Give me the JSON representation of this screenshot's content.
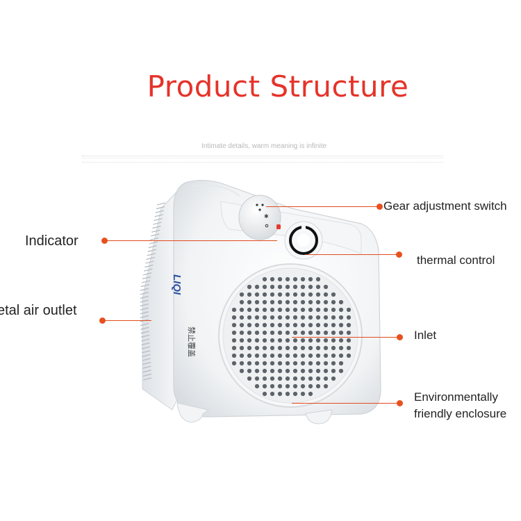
{
  "header": {
    "title": "Product Structure",
    "subtitle": "Intimate details, warm meaning is infinite"
  },
  "product": {
    "brand_logo": "LIQI",
    "body_text": "禁止覆盖"
  },
  "callouts": {
    "gear_switch": "Gear adjustment switch",
    "indicator": "Indicator",
    "thermal": "thermal control",
    "air_outlet": "etal air outlet",
    "inlet": "Inlet",
    "enclosure_line1": "Environmentally",
    "enclosure_line2": "friendly enclosure"
  },
  "colors": {
    "title": "#e5332a",
    "callout_line": "#e24b1e",
    "callout_dot": "#e8501f"
  }
}
